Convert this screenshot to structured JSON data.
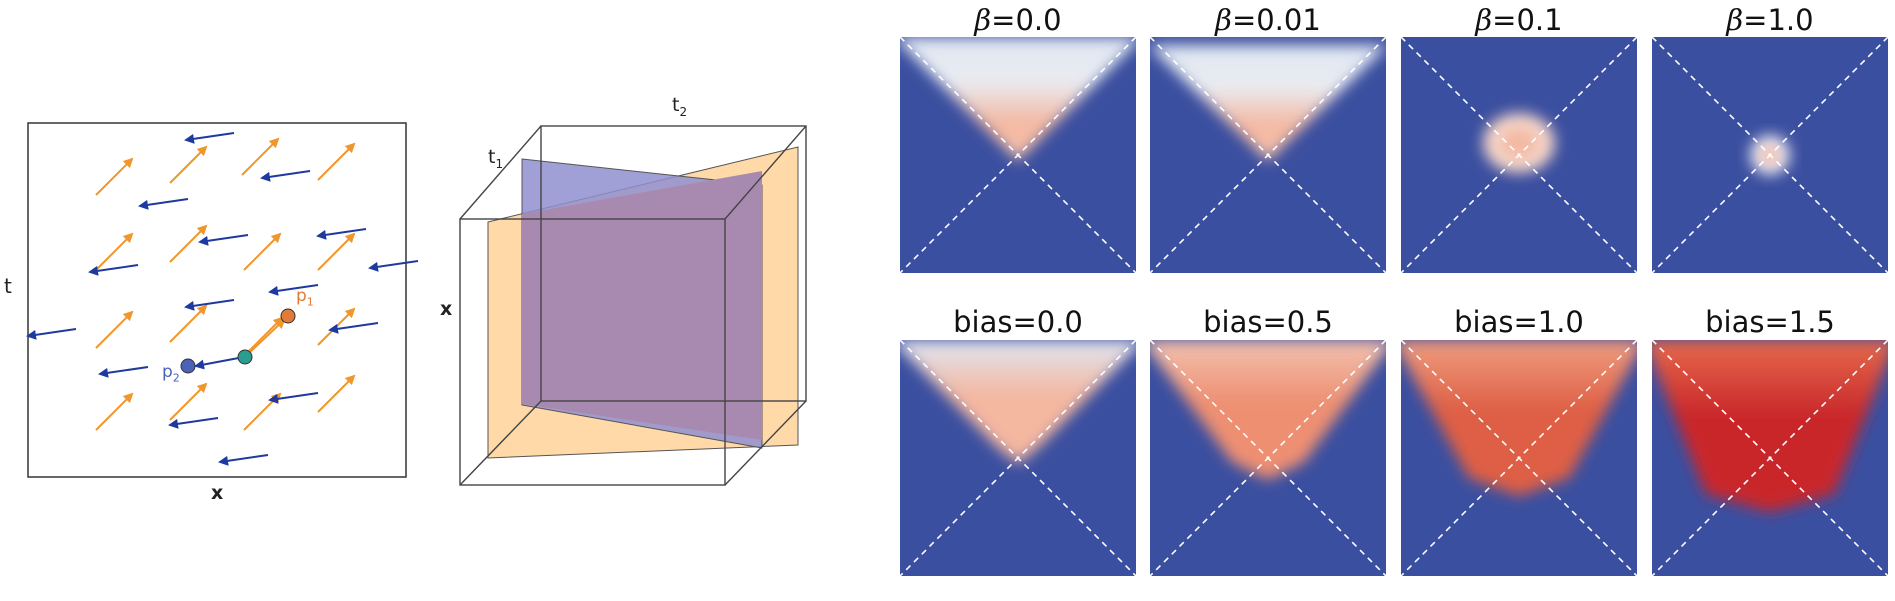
{
  "vector_field_panel": {
    "y_axis_label": "t",
    "x_axis_label": "x",
    "point_labels": {
      "p1": "p",
      "p1_sub": "1",
      "p2": "p",
      "p2_sub": "2"
    },
    "colors": {
      "orange_arrow": "#f0962b",
      "blue_arrow": "#1f3a9e",
      "p1_point": "#e07b3a",
      "p2_point": "#4a62b7",
      "mid_point": "#2a9d8f"
    }
  },
  "cube_panel": {
    "x_axis_label": "x",
    "t1_label": "t",
    "t1_sub": "1",
    "t2_label": "t",
    "t2_sub": "2",
    "colors": {
      "orange_plane": "#ffd9a8",
      "blue_plane": "#8f8fd0",
      "overlap": "#a88ab0"
    }
  },
  "heatmaps": {
    "row1": [
      {
        "prefix": "β",
        "title": "=0.0",
        "spread": 0.0,
        "intensity": 1.0
      },
      {
        "prefix": "β",
        "title": "=0.01",
        "spread": 0.01,
        "intensity": 1.0
      },
      {
        "prefix": "β",
        "title": "=0.1",
        "spread": 0.1,
        "intensity": 1.0
      },
      {
        "prefix": "β",
        "title": "=1.0",
        "spread": 1.0,
        "intensity": 1.0
      }
    ],
    "row2": [
      {
        "prefix": "",
        "title": "bias=0.0",
        "bias": 0.0
      },
      {
        "prefix": "",
        "title": "bias=0.5",
        "bias": 0.5
      },
      {
        "prefix": "",
        "title": "bias=1.0",
        "bias": 1.0
      },
      {
        "prefix": "",
        "title": "bias=1.5",
        "bias": 1.5
      }
    ],
    "colors": {
      "background": "#3b4fa0",
      "light": "#dfe6f2",
      "warm": "#f4b7a0",
      "hot": "#c9262a"
    }
  }
}
